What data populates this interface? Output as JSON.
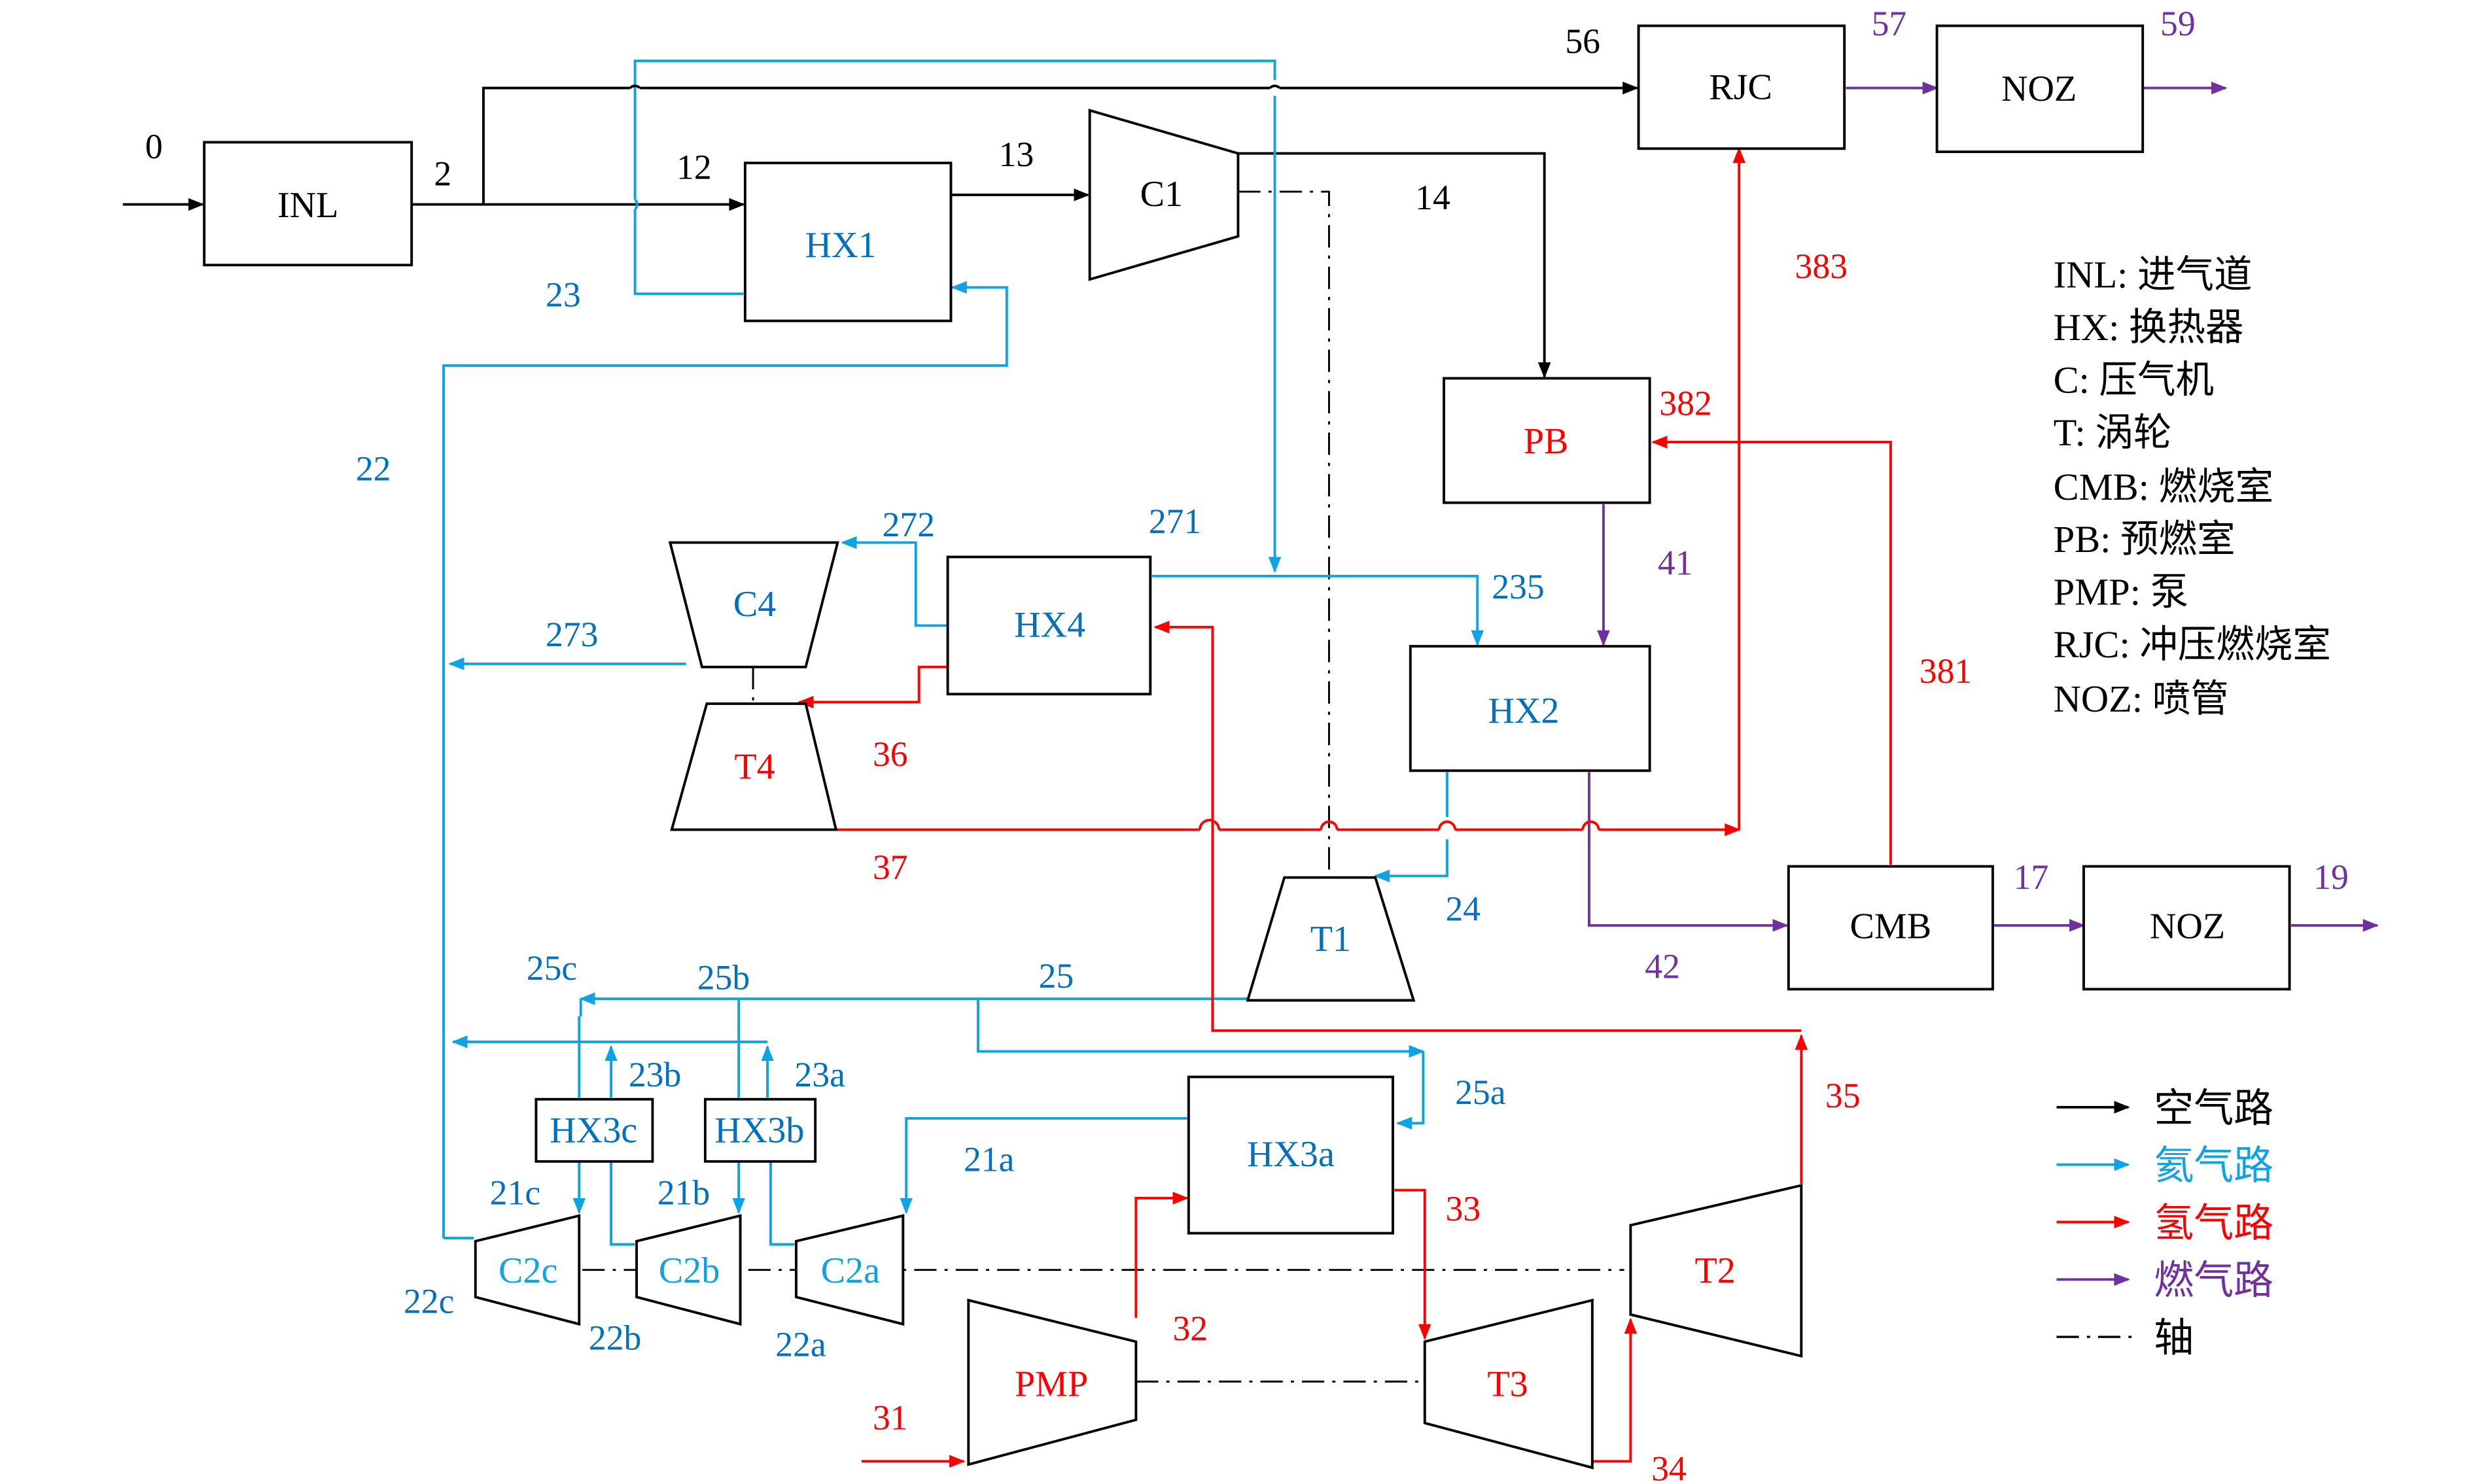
{
  "colors": {
    "air": "#000000",
    "helium": "#0FA3E4",
    "hydrogen": "#FF0000",
    "gas": "#7030A0",
    "blue_text": "#0070C0",
    "black": "#000000"
  },
  "components": {
    "INL": "INL",
    "HX1": "HX1",
    "C1": "C1",
    "RJC": "RJC",
    "NOZ_top": "NOZ",
    "PB": "PB",
    "C4": "C4",
    "T4": "T4",
    "HX4": "HX4",
    "HX2": "HX2",
    "T1": "T1",
    "CMB": "CMB",
    "NOZ_mid": "NOZ",
    "HX3c": "HX3c",
    "HX3b": "HX3b",
    "HX3a": "HX3a",
    "C2c": "C2c",
    "C2b": "C2b",
    "C2a": "C2a",
    "PMP": "PMP",
    "T3": "T3",
    "T2": "T2"
  },
  "stations": {
    "s0": "0",
    "s2": "2",
    "s12": "12",
    "s13": "13",
    "s14": "14",
    "s56": "56",
    "s57": "57",
    "s59": "59",
    "s23": "23",
    "s22": "22",
    "s383": "383",
    "s382": "382",
    "s381": "381",
    "s41": "41",
    "s272": "272",
    "s271": "271",
    "s235": "235",
    "s273": "273",
    "s36": "36",
    "s37": "37",
    "s24": "24",
    "s42": "42",
    "s17": "17",
    "s19": "19",
    "s25c": "25c",
    "s25b": "25b",
    "s25": "25",
    "s23b": "23b",
    "s23a": "23a",
    "s25a": "25a",
    "s21c": "21c",
    "s21b": "21b",
    "s21a": "21a",
    "s35": "35",
    "s33": "33",
    "s32": "32",
    "s31": "31",
    "s34": "34",
    "s22c": "22c",
    "s22b": "22b",
    "s22a": "22a"
  },
  "abbreviations": [
    "INL: 进气道",
    "HX: 换热器",
    "C: 压气机",
    "T: 涡轮",
    "CMB: 燃烧室",
    "PB: 预燃室",
    "PMP: 泵",
    "RJC: 冲压燃烧室",
    "NOZ: 喷管"
  ],
  "legend": [
    {
      "label": "空气路",
      "color": "#000000",
      "style": "arrow"
    },
    {
      "label": "氦气路",
      "color": "#0FA3E4",
      "style": "arrow"
    },
    {
      "label": "氢气路",
      "color": "#FF0000",
      "style": "arrow"
    },
    {
      "label": "燃气路",
      "color": "#7030A0",
      "style": "arrow"
    },
    {
      "label": "轴",
      "color": "#000000",
      "style": "dashdot"
    }
  ]
}
